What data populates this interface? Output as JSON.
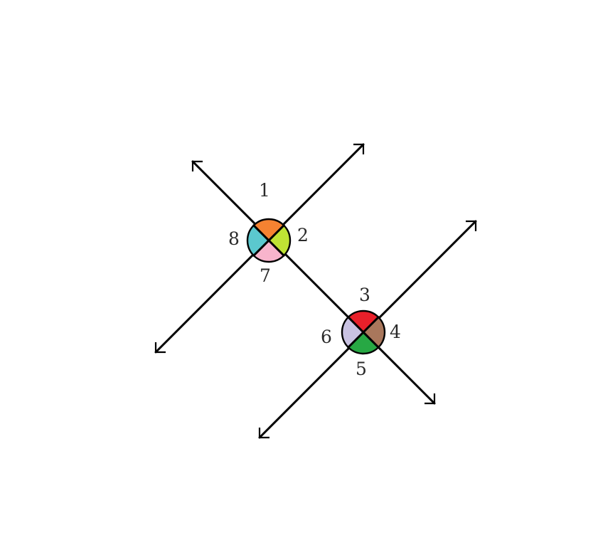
{
  "intersections": [
    {
      "angles": [
        {
          "label": "1",
          "color": "#f58231"
        },
        {
          "label": "2",
          "color": "#bfe334"
        },
        {
          "label": "7",
          "color": "#f8b4cc"
        },
        {
          "label": "8",
          "color": "#5bc8ce"
        }
      ]
    },
    {
      "angles": [
        {
          "label": "3",
          "color": "#e8202a"
        },
        {
          "label": "4",
          "color": "#a9775c"
        },
        {
          "label": "5",
          "color": "#27a844"
        },
        {
          "label": "6",
          "color": "#c9c2e2"
        }
      ]
    }
  ]
}
